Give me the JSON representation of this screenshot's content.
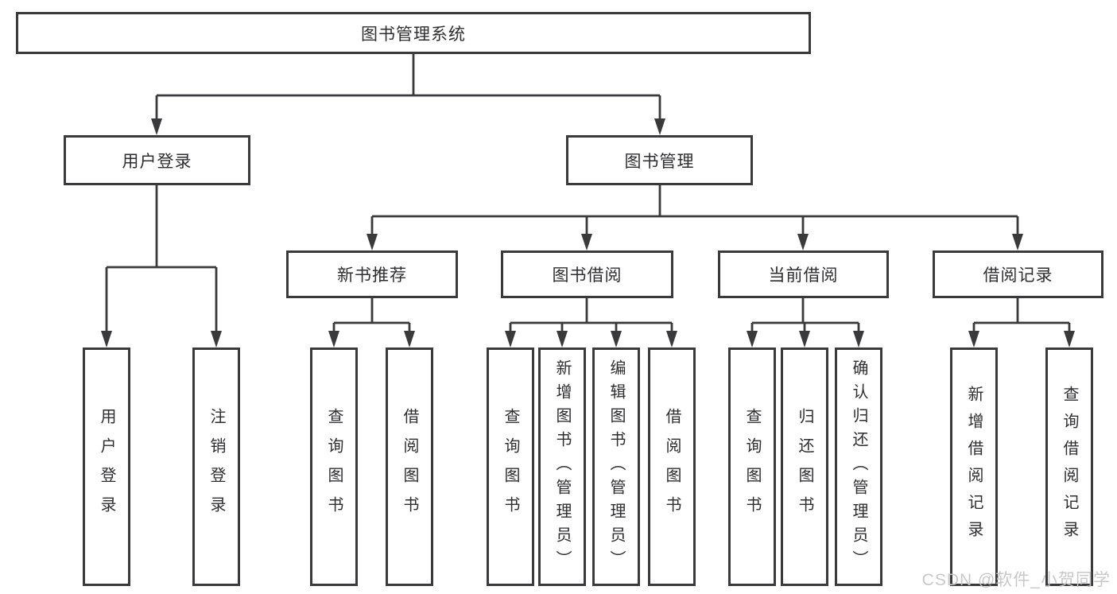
{
  "diagram": {
    "root": {
      "label": "图书管理系统"
    },
    "branches": [
      {
        "label": "用户登录",
        "children": [
          {
            "label": "用户登录"
          },
          {
            "label": "注销登录"
          }
        ]
      },
      {
        "label": "图书管理",
        "children": [
          {
            "label": "新书推荐",
            "children": [
              {
                "label": "查询图书"
              },
              {
                "label": "借阅图书"
              }
            ]
          },
          {
            "label": "图书借阅",
            "children": [
              {
                "label": "查询图书"
              },
              {
                "label": "新增图书（管理员）"
              },
              {
                "label": "编辑图书（管理员）"
              },
              {
                "label": "借阅图书"
              }
            ]
          },
          {
            "label": "当前借阅",
            "children": [
              {
                "label": "查询图书"
              },
              {
                "label": "归还图书"
              },
              {
                "label": "确认归还（管理员）"
              }
            ]
          },
          {
            "label": "借阅记录",
            "children": [
              {
                "label": "新增借阅记录"
              },
              {
                "label": "查询借阅记录"
              }
            ]
          }
        ]
      }
    ]
  },
  "watermark": {
    "text": "CSDN @软件_小贺同学"
  },
  "colors": {
    "line": "#3a3a3c",
    "text": "#2e2e30",
    "watermark": "#c5c5c5",
    "background": "#ffffff"
  }
}
